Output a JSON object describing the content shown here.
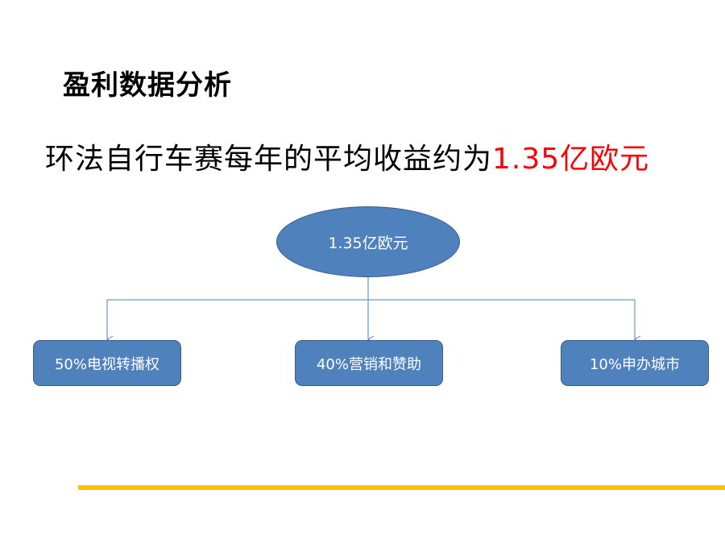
{
  "slide": {
    "title": "盈利数据分析",
    "subtitle_text": "环法自行车赛每年的平均收益约为",
    "subtitle_highlight": "1.35亿欧元"
  },
  "diagram": {
    "root": "1.35亿欧元",
    "children": [
      "50%电视转播权",
      "40%营销和赞助",
      "10%申办城市"
    ]
  },
  "colors": {
    "node_fill": "#4f81bd",
    "connector": "#4f81bd",
    "highlight_text": "#ff0000",
    "divider": "#ffc000"
  }
}
